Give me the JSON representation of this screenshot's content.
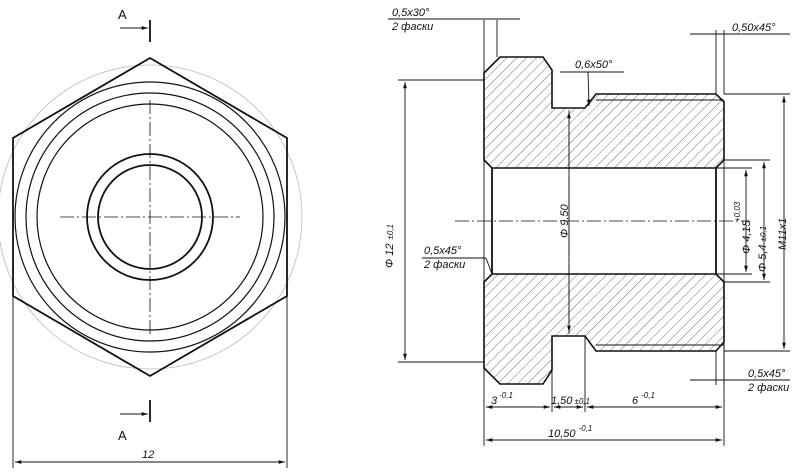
{
  "section_marks": {
    "top": "A",
    "bottom": "A"
  },
  "end_view": {
    "width_dim": "12"
  },
  "section_view": {
    "chamfer_left_top": {
      "line1": "0,5x30°",
      "line2": "2 фаски"
    },
    "chamfer_right_top": "0,50x45°",
    "groove_chamfer": "0,6x50°",
    "outer_diameter": {
      "main": "Φ 12",
      "tol": "±0,1"
    },
    "inner_chamfer": {
      "line1": "0,5x45°",
      "line2": "2 фаски"
    },
    "bore_diameter": "Φ 9,50",
    "hole_diameter": {
      "main": "Φ 4,15",
      "tol": "+0,03"
    },
    "neck_diameter": {
      "main": "Φ 5,4",
      "tol": "±0,1"
    },
    "thread": "M11x1",
    "chamfer_right_bottom": {
      "line1": "0,5x45°",
      "line2": "2 фаски"
    },
    "len_flange": {
      "main": "3",
      "tol": "-0,1"
    },
    "len_groove": {
      "main": "1,50",
      "tol": "±0,1"
    },
    "len_thread": {
      "main": "6",
      "tol": "-0,1"
    },
    "len_total": {
      "main": "10,50",
      "tol": "-0,1"
    }
  }
}
